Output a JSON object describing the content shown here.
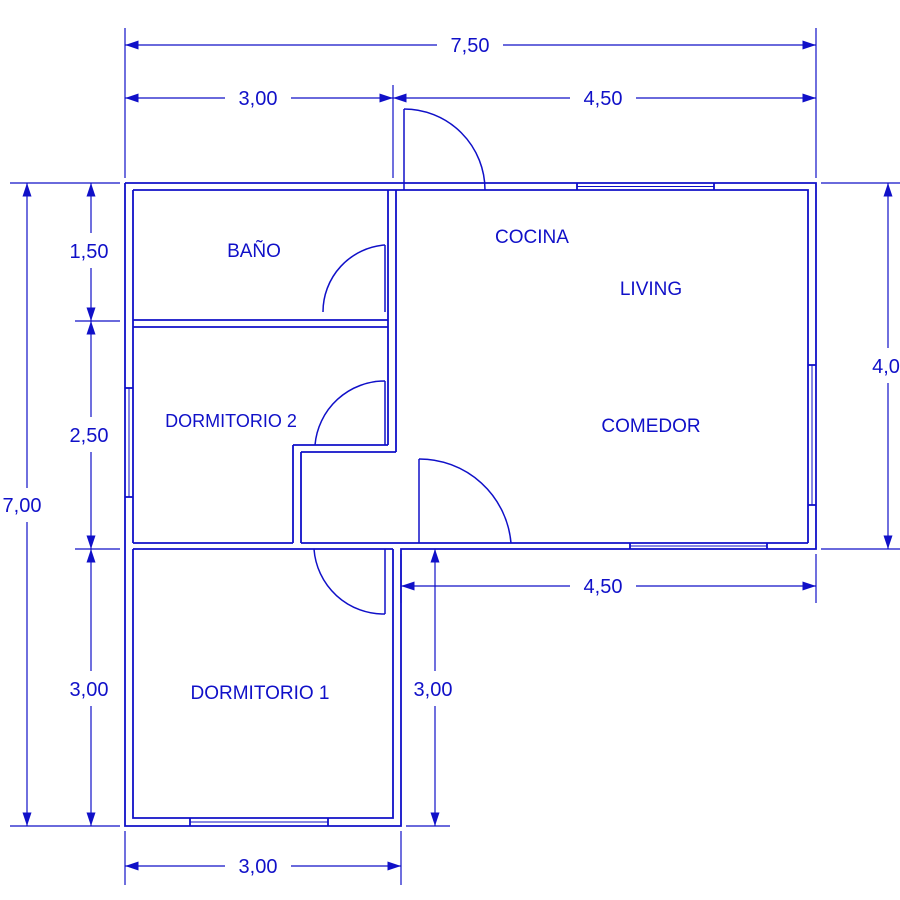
{
  "colors": {
    "ink": "#1010c8",
    "background": "#ffffff"
  },
  "rooms": {
    "bano": "BAÑO",
    "cocina": "COCINA",
    "living": "LIVING",
    "comedor": "COMEDOR",
    "dormitorio_2": "DORMITORIO 2",
    "dormitorio_1": "DORMITORIO 1"
  },
  "dimensions": {
    "total_width": "7,50",
    "top_left_width": "3,00",
    "top_right_width": "4,50",
    "total_height": "7,00",
    "left_bano": "1,50",
    "left_dormitorio_2": "2,50",
    "left_dormitorio_1": "3,00",
    "right_height": "4,0",
    "inner_right_width": "4,50",
    "inner_bottom_height": "3,00",
    "bottom_width": "3,00"
  }
}
